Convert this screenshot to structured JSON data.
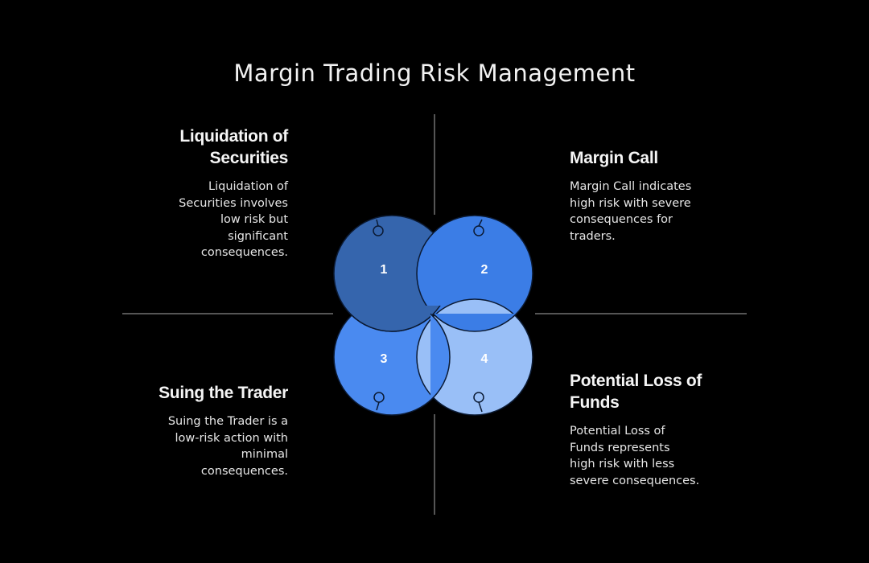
{
  "title": "Margin Trading Risk Management",
  "quadrants": [
    {
      "number": "1",
      "heading": "Liquidation of Securities",
      "heading_lines": [
        "Liquidation of",
        "Securities"
      ],
      "body_lines": [
        "Liquidation of",
        "Securities involves",
        "low risk but",
        "significant",
        "consequences."
      ],
      "body": "Liquidation of Securities involves low risk but significant consequences.",
      "color": "#3565ad"
    },
    {
      "number": "2",
      "heading": "Margin Call",
      "heading_lines": [
        "Margin Call"
      ],
      "body_lines": [
        "Margin Call indicates",
        "high risk with severe",
        "consequences for",
        "traders."
      ],
      "body": "Margin Call indicates high risk with severe consequences for traders.",
      "color": "#3b7de6"
    },
    {
      "number": "3",
      "heading": "Suing the Trader",
      "heading_lines": [
        "Suing the Trader"
      ],
      "body_lines": [
        "Suing the Trader is a",
        "low-risk action with",
        "minimal",
        "consequences."
      ],
      "body": "Suing the Trader is a low-risk action with minimal consequences.",
      "color": "#4a8af0"
    },
    {
      "number": "4",
      "heading": "Potential Loss of Funds",
      "heading_lines": [
        "Potential Loss of",
        "Funds"
      ],
      "body_lines": [
        "Potential Loss of",
        "Funds represents",
        "high risk with less",
        "severe consequences."
      ],
      "body": "Potential Loss of Funds represents high risk with less severe consequences.",
      "color": "#99bff7"
    }
  ],
  "colors": {
    "background": "#000000",
    "divider": "#555555",
    "outline": "#0b1a33",
    "text": "#ffffff"
  }
}
